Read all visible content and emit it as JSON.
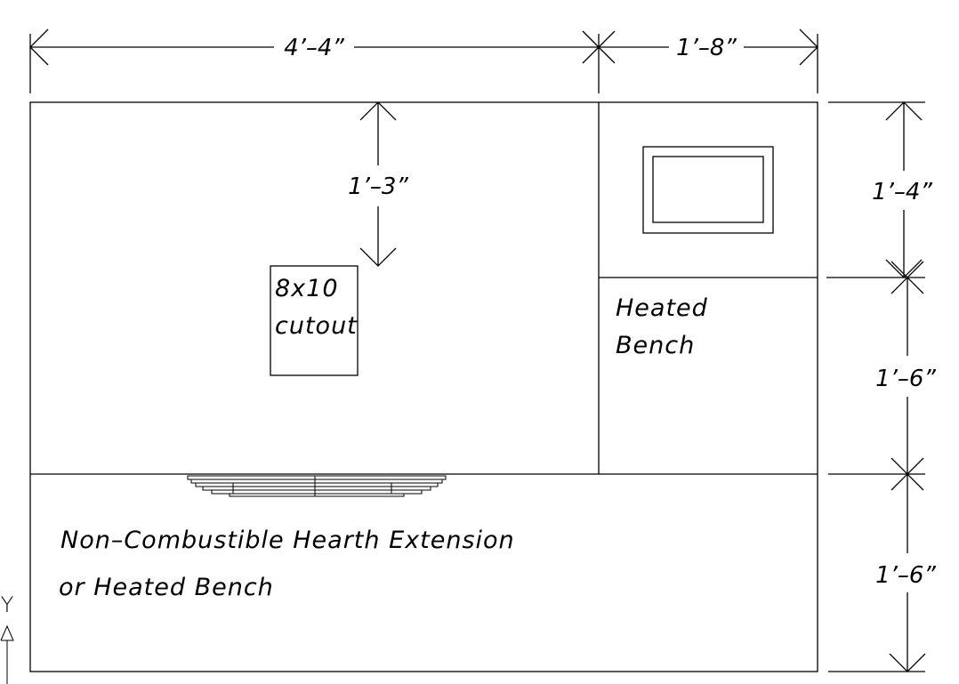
{
  "dimensions": {
    "top_left_width": "4’–4”",
    "top_right_width": "1’–8”",
    "cutout_offset": "1’–3”",
    "right_upper": "1’–4”",
    "right_middle": "1’–6”",
    "right_lower": "1’–6”"
  },
  "labels": {
    "cutout_line1": "8x10",
    "cutout_line2": "cutout",
    "bench_line1": "Heated",
    "bench_line2": "Bench",
    "hearth_line1": "Non–Combustible Hearth Extension",
    "hearth_line2": "or Heated Bench"
  },
  "axis": {
    "y_label": "Y"
  }
}
